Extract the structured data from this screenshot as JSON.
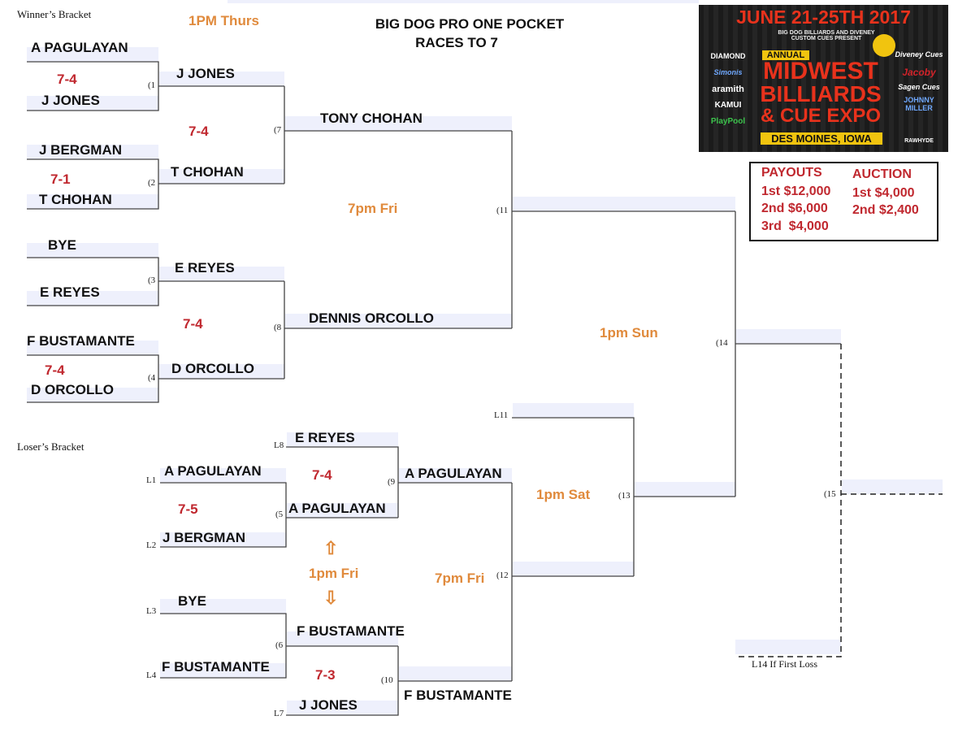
{
  "header": {
    "title": "BIG DOG PRO ONE POCKET",
    "subtitle": "RACES TO 7",
    "winners_label": "Winner’s Bracket",
    "losers_label": "Loser’s Bracket"
  },
  "times": {
    "w_r1": "1PM Thurs",
    "w_r3": "7pm Fri",
    "final": "1pm Sun",
    "l_r13": "1pm Sat",
    "l_r1": "1pm Fri",
    "l_r12": "7pm Fri"
  },
  "winners": {
    "r1": [
      "A PAGULAYAN",
      "J JONES",
      "J BERGMAN",
      "T CHOHAN",
      "BYE",
      "E REYES",
      "F BUSTAMANTE",
      "D ORCOLLO"
    ],
    "r1_scores": [
      "7-4",
      "7-1",
      "7-4"
    ],
    "r2": [
      "J JONES",
      "T CHOHAN",
      "E REYES",
      "D ORCOLLO"
    ],
    "r2_scores": [
      "7-4",
      "7-4"
    ],
    "r3": [
      "TONY CHOHAN",
      "DENNIS ORCOLLO"
    ]
  },
  "losers": {
    "r1": [
      "A PAGULAYAN",
      "J BERGMAN",
      "BYE",
      "F BUSTAMANTE"
    ],
    "r1_scores": [
      "7-5"
    ],
    "r2": [
      "E REYES",
      "A PAGULAYAN",
      "F BUSTAMANTE",
      "J JONES"
    ],
    "r2_scores": [
      "7-4",
      "7-3"
    ],
    "r3": [
      "A PAGULAYAN",
      "F BUSTAMANTE"
    ]
  },
  "match_numbers": [
    "(1",
    "(2",
    "(3",
    "(4",
    "(5",
    "(6",
    "(7",
    "(8",
    "(9",
    "(10",
    "(11",
    "(12",
    "(13",
    "(14",
    "(15"
  ],
  "loser_refs": [
    "L1",
    "L2",
    "L3",
    "L4",
    "L7",
    "L8",
    "L11"
  ],
  "footnote": "L14 If First Loss",
  "poster": {
    "date": "JUNE 21-25TH 2017",
    "presenter": "BIG DOG BILLIARDS AND DIVENEY CUSTOM CUES PRESENT",
    "annual": "ANNUAL",
    "line1": "MIDWEST",
    "line2": "BILLIARDS",
    "line3": "& CUE EXPO",
    "location": "DES MOINES, IOWA",
    "sponsors_left": [
      "DIAMOND",
      "Simonis",
      "aramith",
      "KAMUI",
      "PlayPool"
    ],
    "sponsors_right": [
      "Diveney Cues",
      "Jacoby",
      "Sagen Cues",
      "JOHNNY MILLER",
      "RAWHYDE"
    ]
  },
  "payouts": {
    "title": "PAYOUTS",
    "items": [
      "1st $12,000",
      "2nd $6,000",
      "3rd  $4,000"
    ]
  },
  "auction": {
    "title": "AUCTION",
    "items": [
      "1st $4,000",
      "2nd $2,400"
    ]
  },
  "colors": {
    "score": "#c0282f",
    "time": "#e08a3c",
    "band": "#eef0fc"
  }
}
